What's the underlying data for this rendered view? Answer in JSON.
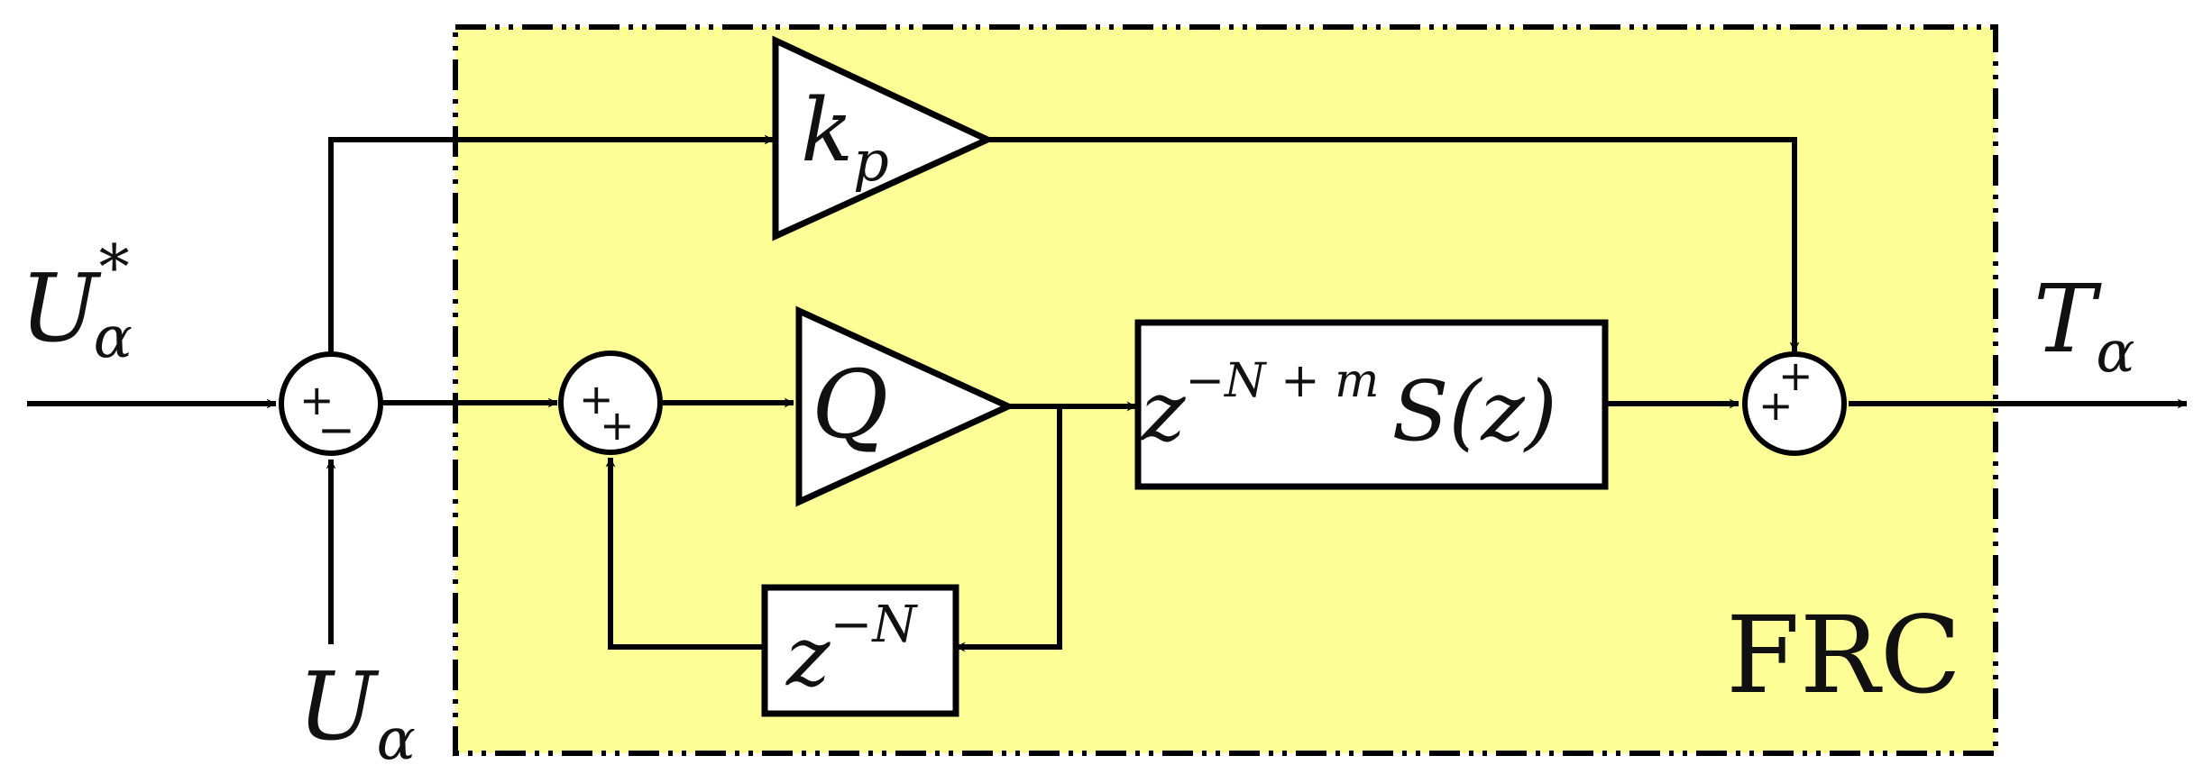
{
  "diagram": {
    "container_label": "FRC",
    "container_fill": "#fefe96",
    "input_ref": {
      "base": "U",
      "sub": "α",
      "sup": "*"
    },
    "input_meas": {
      "base": "U",
      "sub": "α"
    },
    "output": {
      "base": "T",
      "sub": "α"
    },
    "kp_block": {
      "base": "k",
      "sub": "p"
    },
    "q_block": {
      "label": "Q"
    },
    "delay_block": {
      "base": "z",
      "sup": "−N"
    },
    "filter_block": {
      "base": "z",
      "sup": "−N + m",
      "tail": "S(z)"
    },
    "sum1_signs": {
      "left": "+",
      "bottom": "−"
    },
    "sum2_signs": {
      "left": "+",
      "bottom": "+"
    },
    "sum3_signs": {
      "left": "+",
      "top": "+"
    }
  }
}
